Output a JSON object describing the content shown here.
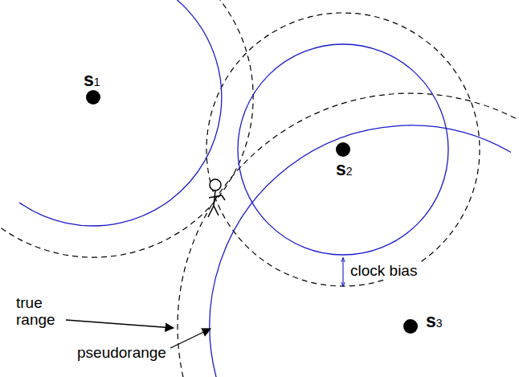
{
  "diagram": {
    "labels": [
      "s1",
      "s2",
      "s3",
      "clock bias",
      "true range",
      "pseudorange"
    ]
  }
}
